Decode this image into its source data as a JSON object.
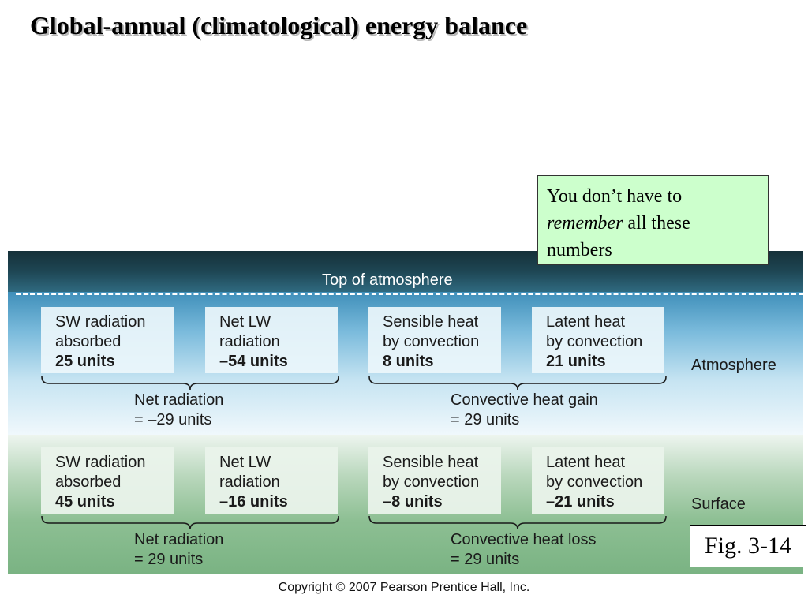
{
  "slide": {
    "title": "Global-annual (climatological) energy balance",
    "note": {
      "line1": "You don’t have to",
      "emphasis": "remember",
      "line2_rest": " all these",
      "line3": "numbers"
    },
    "figure_label": "Fig. 3-14",
    "copyright": "Copyright © 2007 Pearson Prentice Hall, Inc."
  },
  "figure": {
    "top_label": "Top of atmosphere",
    "atmosphere": {
      "label": "Atmosphere",
      "boxes": [
        {
          "line1": "SW radiation",
          "line2": "absorbed",
          "value": "25 units"
        },
        {
          "line1": "Net LW",
          "line2": "radiation",
          "value": "–54 units"
        },
        {
          "line1": "Sensible heat",
          "line2": "by convection",
          "value": "8 units"
        },
        {
          "line1": "Latent heat",
          "line2": "by convection",
          "value": "21 units"
        }
      ],
      "net_radiation": {
        "line1": "Net radiation",
        "line2": "= –29 units"
      },
      "convective": {
        "line1": "Convective heat gain",
        "line2": "= 29 units"
      }
    },
    "surface": {
      "label": "Surface",
      "boxes": [
        {
          "line1": "SW radiation",
          "line2": "absorbed",
          "value": "45 units"
        },
        {
          "line1": "Net LW",
          "line2": "radiation",
          "value": "–16 units"
        },
        {
          "line1": "Sensible heat",
          "line2": "by convection",
          "value": "–8 units"
        },
        {
          "line1": "Latent heat",
          "line2": "by convection",
          "value": "–21 units"
        }
      ],
      "net_radiation": {
        "line1": "Net radiation",
        "line2": "= 29 units"
      },
      "convective": {
        "line1": "Convective heat loss",
        "line2": "= 29 units"
      }
    }
  }
}
